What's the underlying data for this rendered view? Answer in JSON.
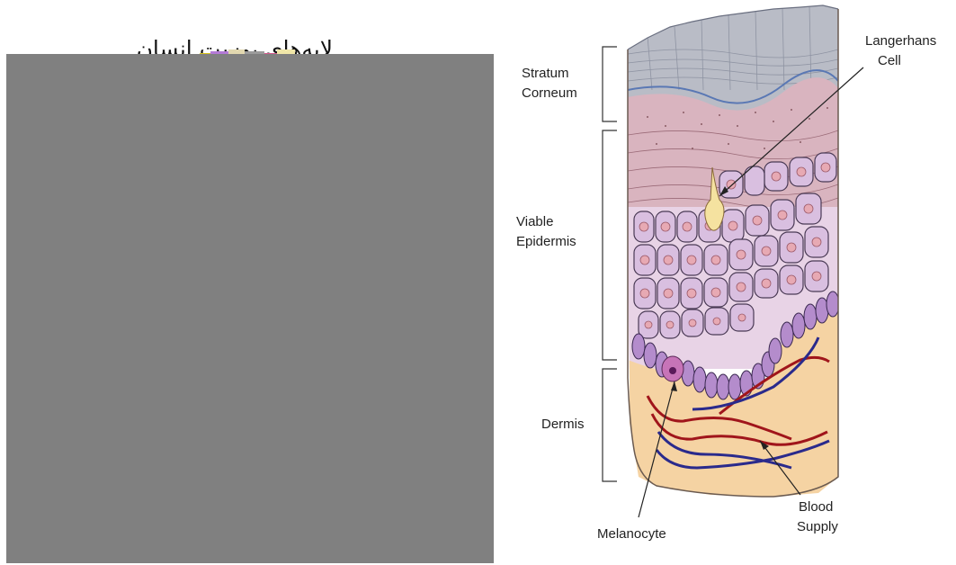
{
  "slide": {
    "title": "لايه‌هاي پوست انسان"
  },
  "diagram": {
    "labels": {
      "stratum_corneum": [
        "Stratum",
        "Corneum"
      ],
      "viable_epidermis": [
        "Viable",
        "Epidermis"
      ],
      "dermis": "Dermis",
      "langerhans_cell": [
        "Langerhans",
        "Cell"
      ],
      "melanocyte": "Melanocyte",
      "blood_supply": [
        "Blood",
        "Supply"
      ]
    },
    "colors": {
      "stratum_corneum": "#b9bcc6",
      "viable_epidermis": "#d9b4bf",
      "cells": "#d9bfe0",
      "basal_cells": "#b48ccc",
      "dermis": "#f5d3a3",
      "artery": "#a0151b",
      "vein": "#2a2a8c",
      "gray_panel": "#808080"
    }
  }
}
